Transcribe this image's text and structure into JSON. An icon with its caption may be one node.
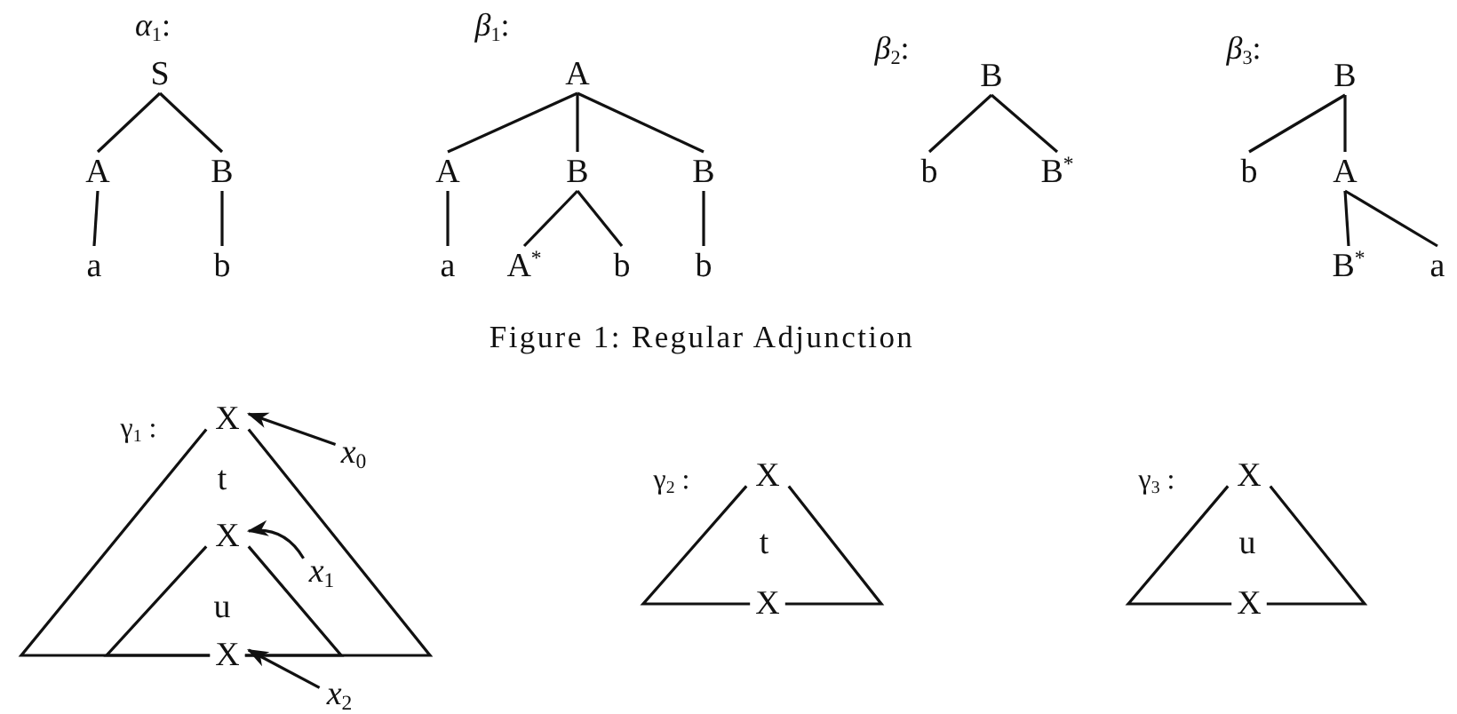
{
  "diagram": {
    "caption": "Figure 1: Regular Adjunction",
    "nodes": [
      {
        "text": [
          "S"
        ]
      },
      {
        "text": [
          "A"
        ]
      },
      {
        "text": [
          "B"
        ]
      },
      {
        "text": [
          "a"
        ]
      },
      {
        "text": [
          "b"
        ]
      },
      {
        "text": [
          "A"
        ]
      },
      {
        "text": [
          "A"
        ]
      },
      {
        "text": [
          "B"
        ]
      },
      {
        "text": [
          "B"
        ]
      },
      {
        "text": [
          "a"
        ]
      },
      {
        "text": [
          "A$^{*}$"
        ]
      },
      {
        "text": [
          "b"
        ]
      },
      {
        "text": [
          "b"
        ]
      },
      {
        "text": [
          "B"
        ]
      },
      {
        "text": [
          "b"
        ]
      },
      {
        "text": [
          "B$^{*}$"
        ]
      },
      {
        "text": [
          "B"
        ]
      },
      {
        "text": [
          "b"
        ]
      },
      {
        "text": [
          "A"
        ]
      },
      {
        "text": [
          "B$^{*}$"
        ]
      },
      {
        "text": [
          "a"
        ]
      },
      {
        "text": [
          "X"
        ]
      },
      {
        "text": [
          "*x*$_{0}$"
        ]
      },
      {
        "text": [
          "X"
        ]
      },
      {
        "text": [
          "*x*$_{1}$"
        ]
      },
      {
        "text": [
          "X"
        ]
      },
      {
        "text": [
          "*x*$_{2}$"
        ]
      },
      {
        "text": [
          "X"
        ]
      },
      {
        "text": [
          "X"
        ]
      },
      {
        "text": [
          "X"
        ]
      },
      {
        "text": [
          "X"
        ]
      }
    ],
    "edges": [
      {
        "from": 0,
        "to": 1,
        "arrow": "none"
      },
      {
        "from": 0,
        "to": 2,
        "arrow": "none"
      },
      {
        "from": 1,
        "to": 3,
        "arrow": "none"
      },
      {
        "from": 2,
        "to": 4,
        "arrow": "none"
      },
      {
        "from": 5,
        "to": 6,
        "arrow": "none"
      },
      {
        "from": 5,
        "to": 7,
        "arrow": "none"
      },
      {
        "from": 5,
        "to": 8,
        "arrow": "none"
      },
      {
        "from": 6,
        "to": 9,
        "arrow": "none"
      },
      {
        "from": 7,
        "to": 10,
        "arrow": "none"
      },
      {
        "from": 7,
        "to": 11,
        "arrow": "none"
      },
      {
        "from": 8,
        "to": 12,
        "arrow": "none"
      },
      {
        "from": 13,
        "to": 14,
        "arrow": "none"
      },
      {
        "from": 13,
        "to": 15,
        "arrow": "none"
      },
      {
        "from": 16,
        "to": 17,
        "arrow": "none"
      },
      {
        "from": 16,
        "to": 18,
        "arrow": "none"
      },
      {
        "from": 18,
        "to": 19,
        "arrow": "none"
      },
      {
        "from": 18,
        "to": 20,
        "arrow": "none"
      },
      {
        "from": 22,
        "to": 21,
        "arrow": "to"
      },
      {
        "from": 24,
        "to": 23,
        "arrow": "to"
      },
      {
        "from": 26,
        "to": 25,
        "arrow": "to"
      },
      {
        "from": 21,
        "to": 25,
        "arrow": "none"
      },
      {
        "from": 21,
        "to": 25,
        "arrow": "none"
      },
      {
        "from": 23,
        "to": 25,
        "arrow": "none"
      },
      {
        "from": 23,
        "to": 25,
        "arrow": "none"
      },
      {
        "from": 27,
        "to": 28,
        "arrow": "none"
      },
      {
        "from": 27,
        "to": 28,
        "arrow": "none"
      },
      {
        "from": 29,
        "to": 30,
        "arrow": "none"
      },
      {
        "from": 29,
        "to": 30,
        "arrow": "none"
      }
    ],
    "labels": [
      "*α*$_{1}$:",
      "*β*$_{1}$:",
      "*β*$_{2}$:",
      "*β*$_{3}$:",
      "γ$_{1}$ :",
      "t",
      "u",
      "γ$_{2}$ :",
      "t",
      "γ$_{3}$ :",
      "u"
    ]
  }
}
